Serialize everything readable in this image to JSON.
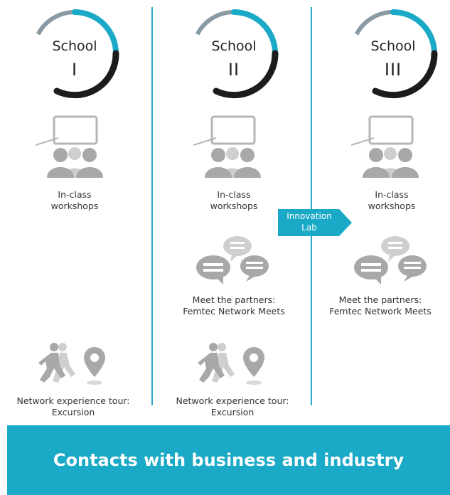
{
  "columns": [
    {
      "school_title": "School",
      "school_numeral": "I",
      "in_class_line1": "In-class",
      "in_class_line2": "workshops",
      "meet_line1": "",
      "meet_line2": "",
      "tour_line1": "Network experience tour:",
      "tour_line2": "Excursion"
    },
    {
      "school_title": "School",
      "school_numeral": "II",
      "in_class_line1": "In-class",
      "in_class_line2": "workshops",
      "meet_line1": "Meet the partners:",
      "meet_line2": "Femtec Network Meets",
      "tour_line1": "Network experience tour:",
      "tour_line2": "Excursion"
    },
    {
      "school_title": "School",
      "school_numeral": "III",
      "in_class_line1": "In-class",
      "in_class_line2": "workshops",
      "meet_line1": "Meet the partners:",
      "meet_line2": "Femtec Network Meets",
      "tour_line1": "",
      "tour_line2": ""
    }
  ],
  "innovation_lab": {
    "line1": "Innovation",
    "line2": "Lab"
  },
  "banner": {
    "text": "Contacts with business and industry"
  },
  "colors": {
    "accent": "#1aa9c6",
    "ring_grey": "#8a9aa4",
    "ring_dark": "#1c1c1c",
    "icon_grey": "#a8a8a8"
  },
  "icons": [
    "whiteboard-workshop-icon",
    "speech-bubbles-icon",
    "walking-people-icon",
    "location-pin-icon"
  ]
}
